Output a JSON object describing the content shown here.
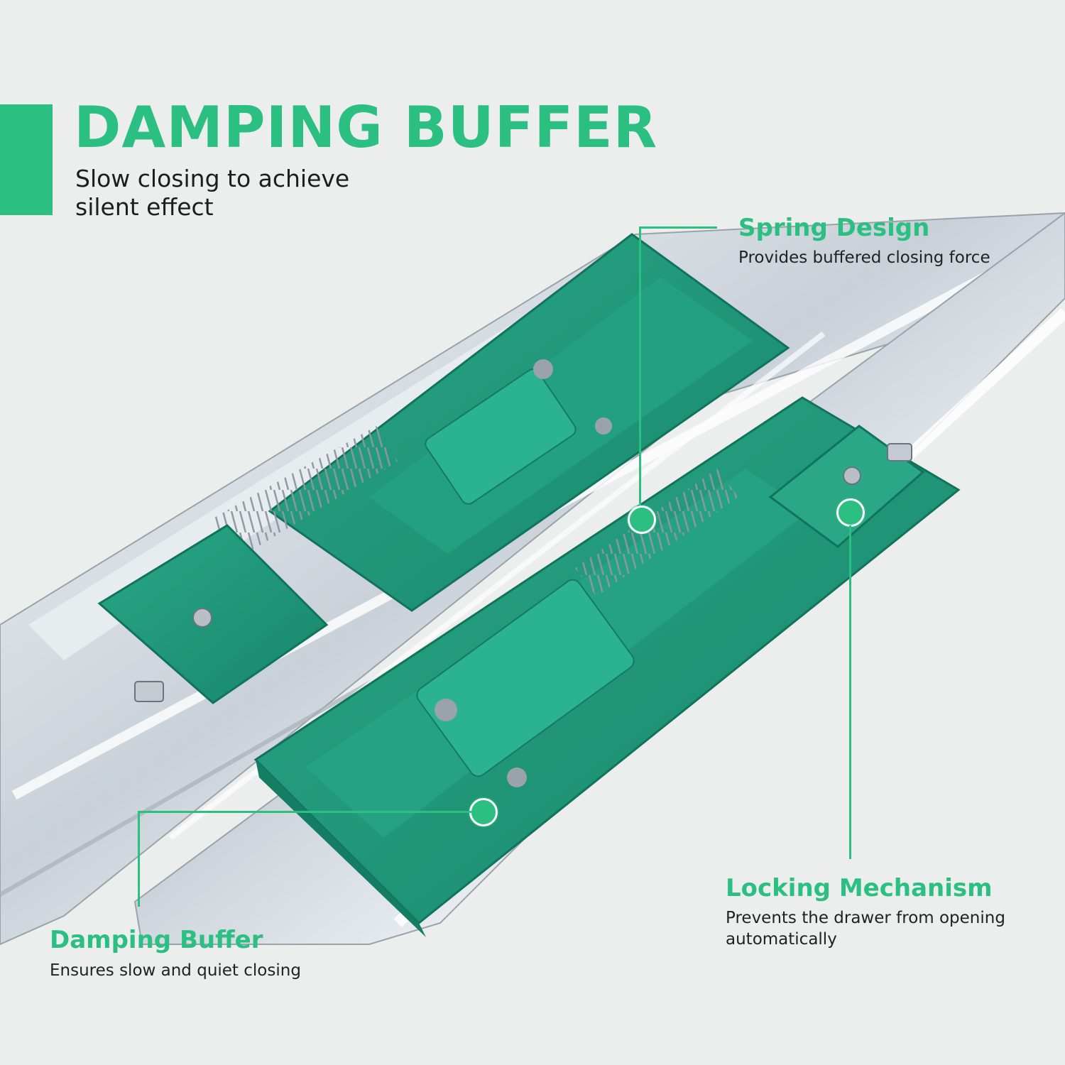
{
  "headline": {
    "title": "DAMPING BUFFER",
    "subtitle": "Slow closing to achieve silent effect"
  },
  "callouts": {
    "spring": {
      "title": "Spring Design",
      "desc": "Provides buffered closing force"
    },
    "locking": {
      "title": "Locking Mechanism",
      "desc": "Prevents the drawer from opening automatically"
    },
    "damping": {
      "title": "Damping Buffer",
      "desc": "Ensures slow and quiet closing"
    }
  },
  "colors": {
    "accent": "#2bbf82",
    "plastic": "#1f9e7a",
    "background": "#eceded",
    "metal": "#cfd6dc",
    "text": "#1d1d1d"
  }
}
